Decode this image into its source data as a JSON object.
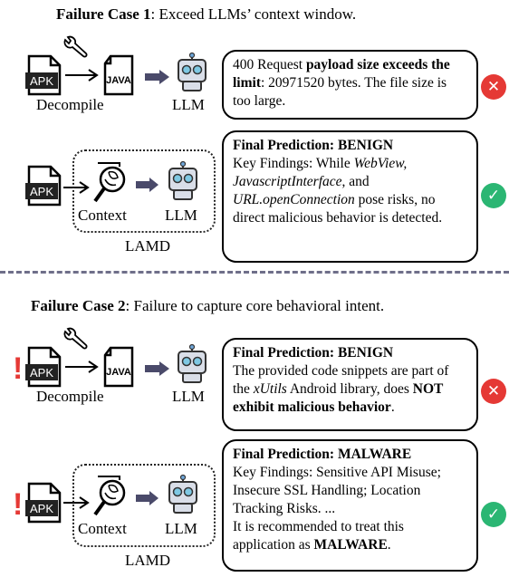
{
  "case1": {
    "title_bold": "Failure Case 1",
    "title_rest": ": Exceed LLMs’ context window.",
    "row1": {
      "apk_label": "APK",
      "java_label": "JAVA",
      "decompile_caption": "Decompile",
      "llm_caption": "LLM",
      "msg_part1": "400 Request ",
      "msg_bold": "payload size exceeds the limit",
      "msg_part2": ": 20971520 bytes. The file size is too large.",
      "status": "fail"
    },
    "row2": {
      "apk_label": "APK",
      "context_caption": "Context",
      "llm_caption": "LLM",
      "group_caption": "LAMD",
      "pred_title": "Final Prediction: BENIGN",
      "kf_prefix": "Key Findings:  While ",
      "kf_it1": "WebView,",
      "kf_it2": "JavascriptInterface",
      "kf_and": ", and",
      "kf_it3": "URL.openConnection",
      "kf_rest": " pose risks, no direct malicious behavior is detected.",
      "status": "pass"
    }
  },
  "case2": {
    "title_bold": "Failure Case 2",
    "title_rest": ": Failure to capture core behavioral intent.",
    "row1": {
      "apk_label": "APK",
      "java_label": "JAVA",
      "decompile_caption": "Decompile",
      "llm_caption": "LLM",
      "pred_title": "Final Prediction: BENIGN",
      "body_part1": "The provided code snippets are part of the ",
      "body_it": "xUtils",
      "body_part2": " Android library, does ",
      "body_bold": "NOT exhibit malicious behavior",
      "body_end": ".",
      "status": "fail"
    },
    "row2": {
      "apk_label": "APK",
      "context_caption": "Context",
      "llm_caption": "LLM",
      "group_caption": "LAMD",
      "pred_title": "Final Prediction: MALWARE",
      "body_part1": "Key Findings:  Sensitive API Misuse; Insecure SSL Handling; Location Tracking Risks. ...",
      "body_part2": "It is recommended to treat this application as ",
      "body_bold": "MALWARE",
      "body_end": ".",
      "status": "pass"
    }
  },
  "alert_mark": "!",
  "colors": {
    "fail": "#e53935",
    "pass": "#2bb673",
    "divider": "#6f6f8a",
    "arrow": "#4a4a6a"
  }
}
